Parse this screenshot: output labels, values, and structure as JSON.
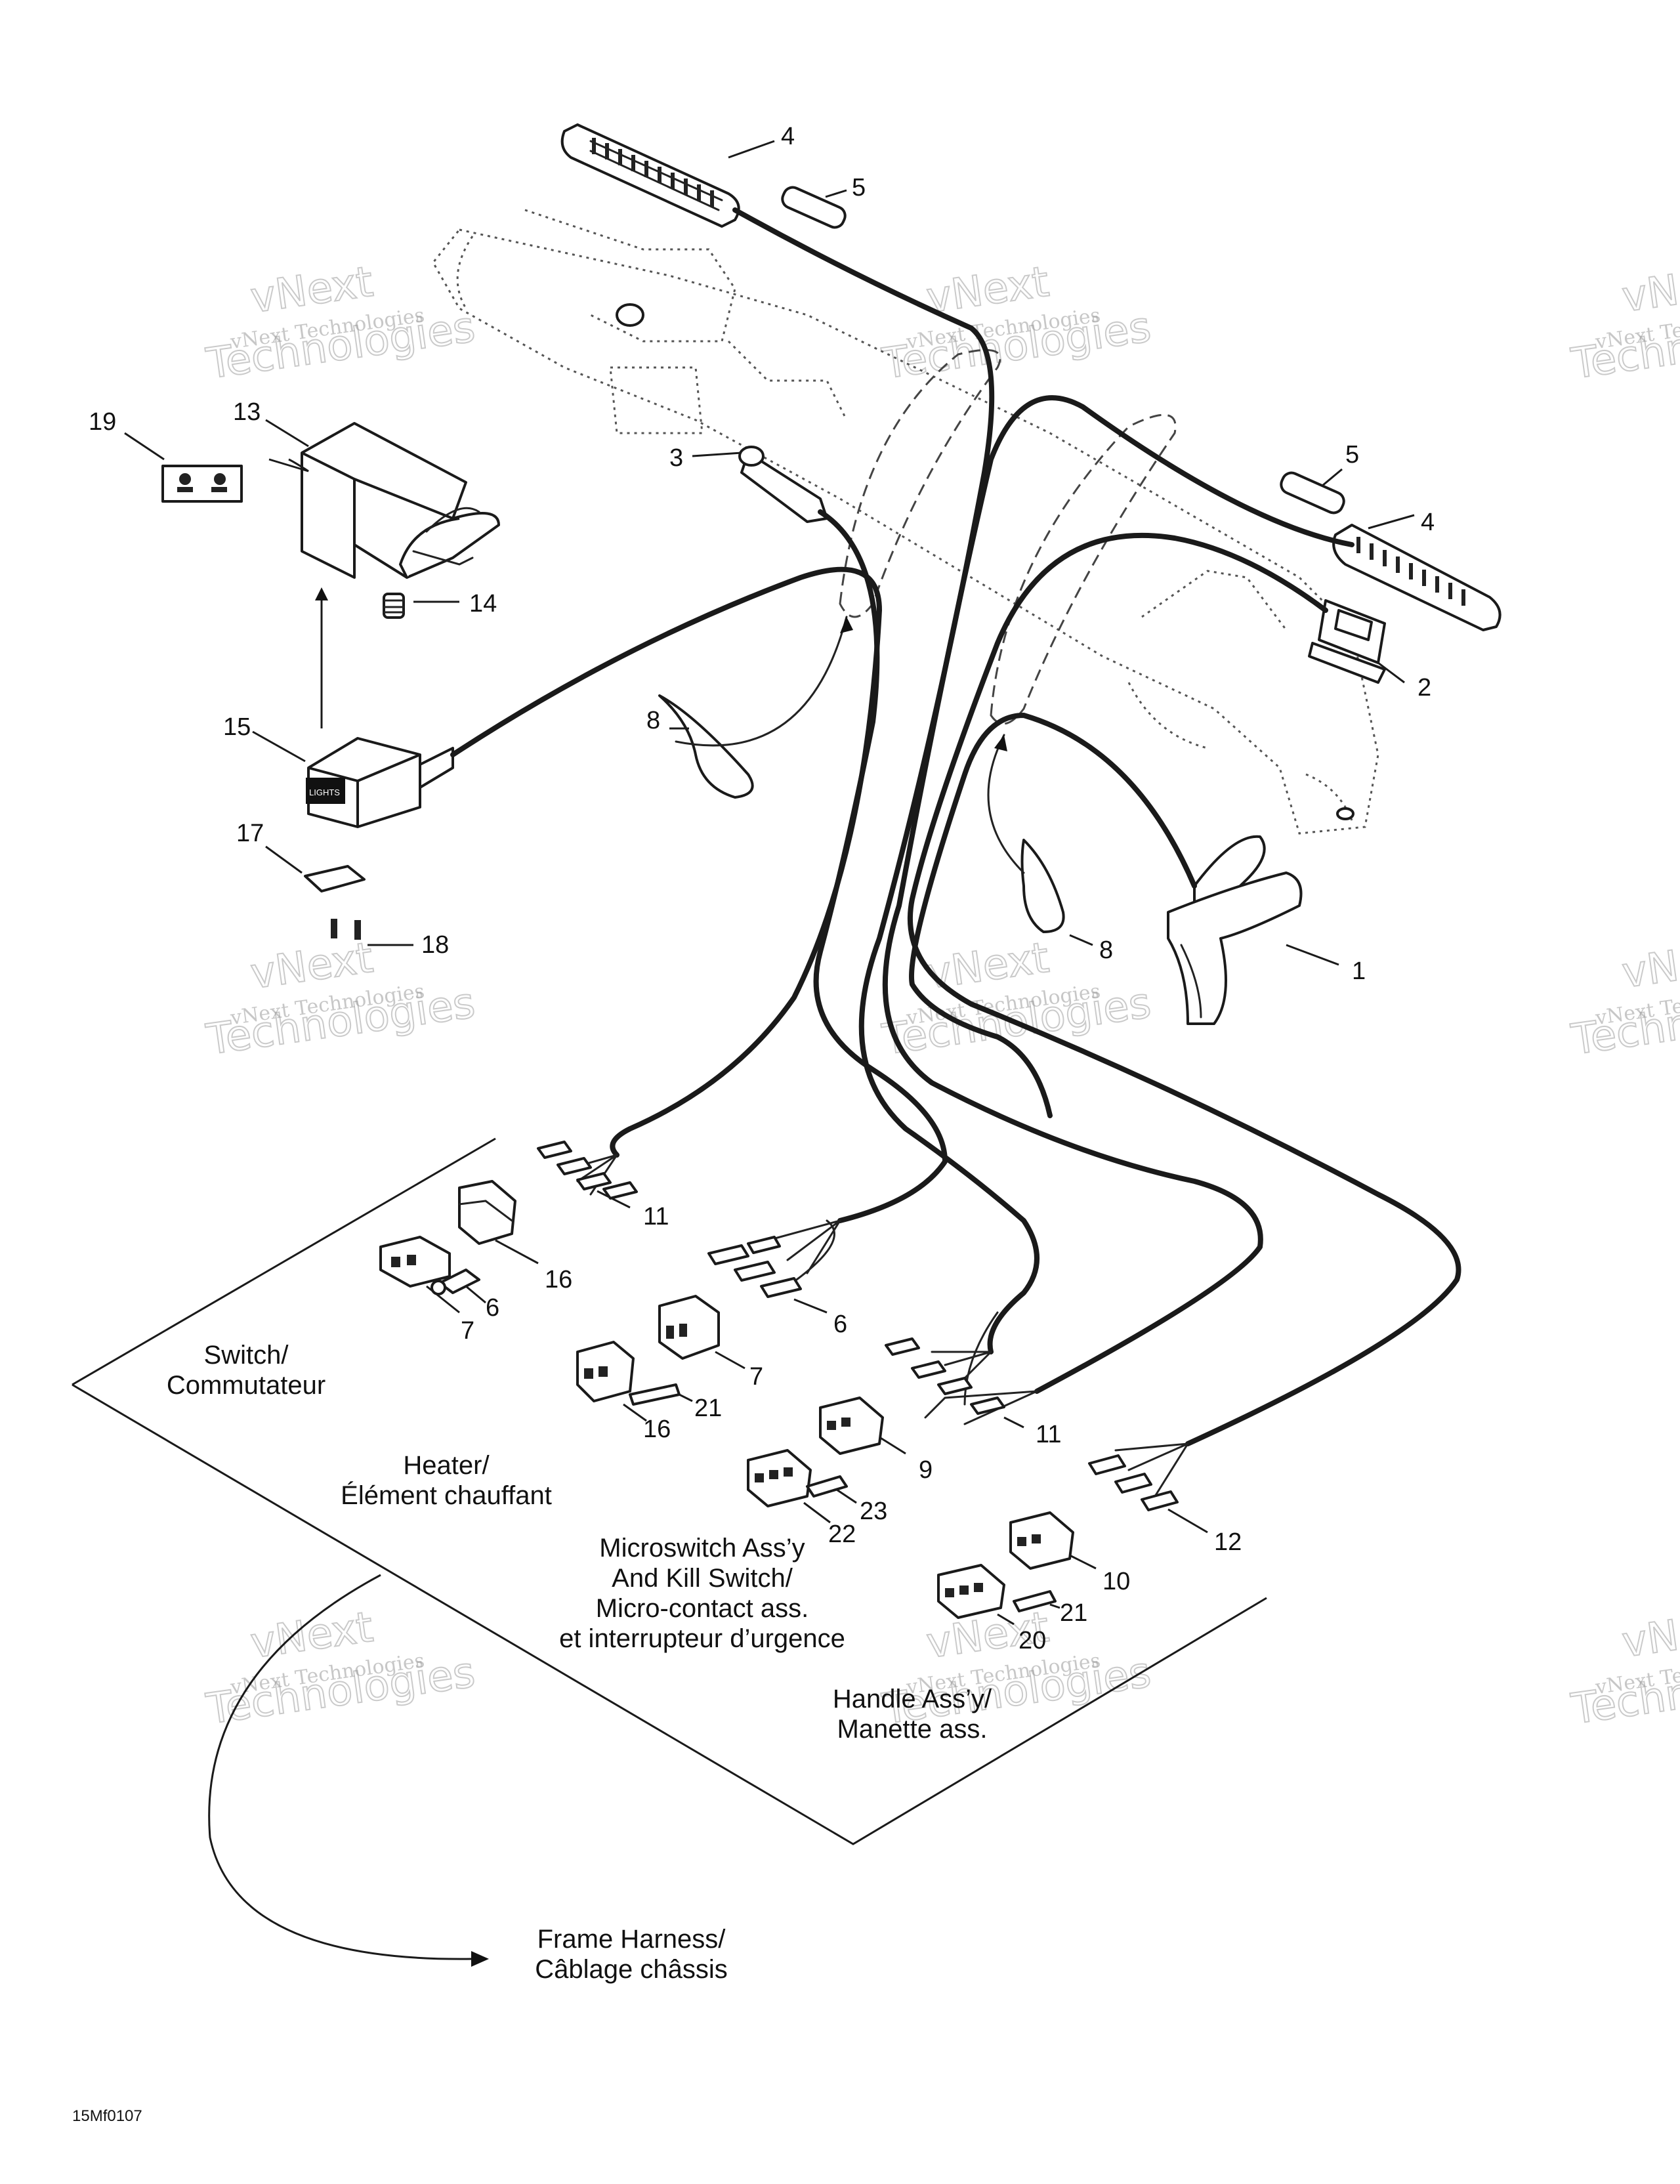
{
  "callouts": [
    "1",
    "2",
    "3",
    "4",
    "4",
    "5",
    "5",
    "6",
    "6",
    "7",
    "7",
    "8",
    "8",
    "9",
    "10",
    "11",
    "11",
    "12",
    "13",
    "14",
    "15",
    "16",
    "16",
    "17",
    "18",
    "19",
    "20",
    "21",
    "21",
    "22",
    "23"
  ],
  "labels": {
    "switch": [
      "Switch/",
      "Commutateur"
    ],
    "heater": [
      "Heater/",
      "Élément chauffant"
    ],
    "microswitch": [
      "Microswitch Ass’y",
      "And Kill Switch/",
      "Micro-contact ass.",
      "et interrupteur d’urgence"
    ],
    "handle": [
      "Handle Ass’y/",
      "Manette ass."
    ],
    "frame": [
      "Frame Harness/",
      "Câblage châssis"
    ]
  },
  "switch_legend": "LIGHTS",
  "watermark": {
    "line1": "vNext Technologies",
    "line2": "vNext",
    "line3": "Technologies",
    "partial1": "vNext Te",
    "partial2": "vN",
    "partial3": "Techn"
  },
  "reference_code": "15Mf0107"
}
